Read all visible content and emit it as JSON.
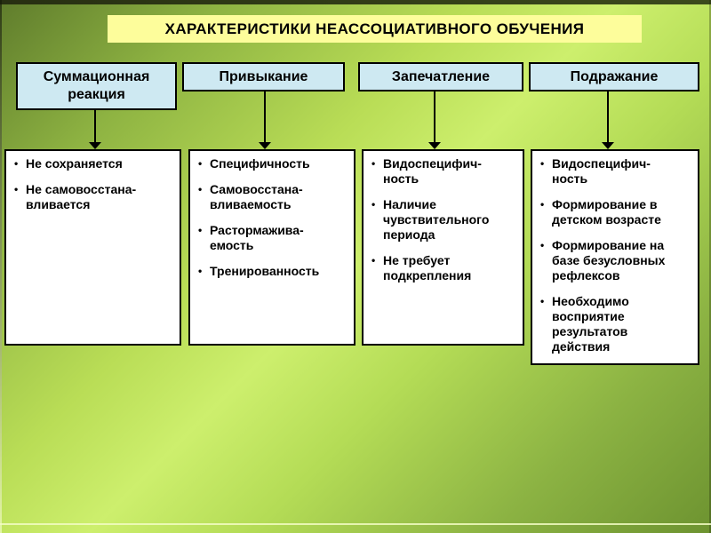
{
  "slide": {
    "title": "ХАРАКТЕРИСТИКИ НЕАССОЦИАТИВНОГО ОБУЧЕНИЯ",
    "colors": {
      "title_bg": "#fdfd9b",
      "header_bg": "#cee9f2",
      "content_bg": "#ffffff",
      "border": "#000000",
      "background_dark_green": "#5f7c2c",
      "background_light_green": "#cdef6d"
    },
    "columns": [
      {
        "header": "Суммационная реакция",
        "items": [
          "Не сохраняется",
          "Не самовосстана-\nвливается"
        ]
      },
      {
        "header": "Привыкание",
        "items": [
          "Специфичность",
          "Самовосстана-\nвливаемость",
          "Растормажива-\nемость",
          "Тренированность"
        ]
      },
      {
        "header": "Запечатление",
        "items": [
          "Видоспецифич-\nность",
          "Наличие\nчувствительного\nпериода",
          "Не требует\nподкрепления"
        ]
      },
      {
        "header": "Подражание",
        "items": [
          "Видоспецифич-\nность",
          "Формирование в\nдетском возрасте",
          "Формирование на\nбазе безусловных\nрефлексов",
          "Необходимо\nвосприятие\nрезультатов\nдействия"
        ]
      }
    ]
  }
}
